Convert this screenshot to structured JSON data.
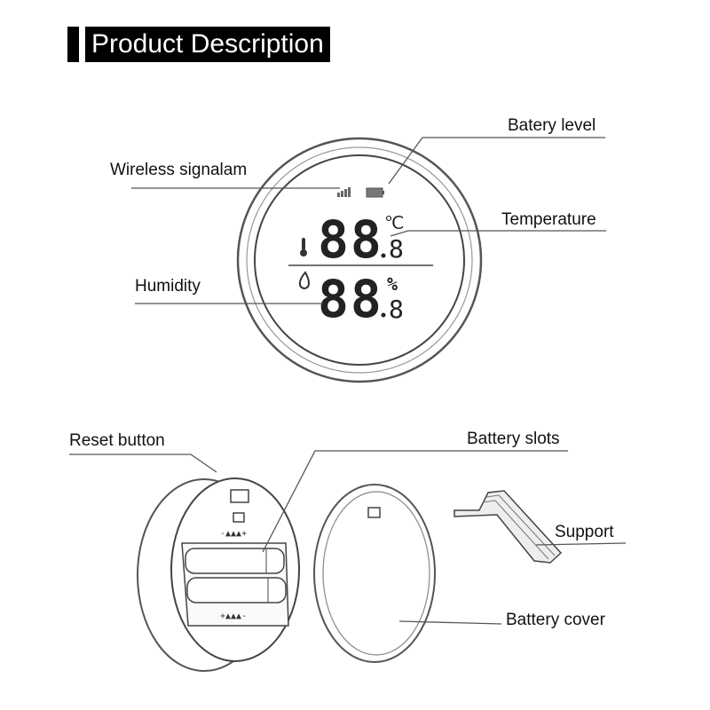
{
  "header": {
    "title": "Product Description"
  },
  "labels": {
    "battery_level": "Batery level",
    "wireless_signal": "Wireless signalam",
    "temperature": "Temperature",
    "humidity": "Humidity",
    "reset_button": "Reset button",
    "battery_slots": "Battery slots",
    "support": "Support",
    "battery_cover": "Battery cover"
  },
  "display": {
    "temp_digits": "88",
    "temp_decimal": "8",
    "temp_unit": "℃",
    "hum_digits": "88",
    "hum_decimal": "8",
    "hum_unit": "%"
  }
}
